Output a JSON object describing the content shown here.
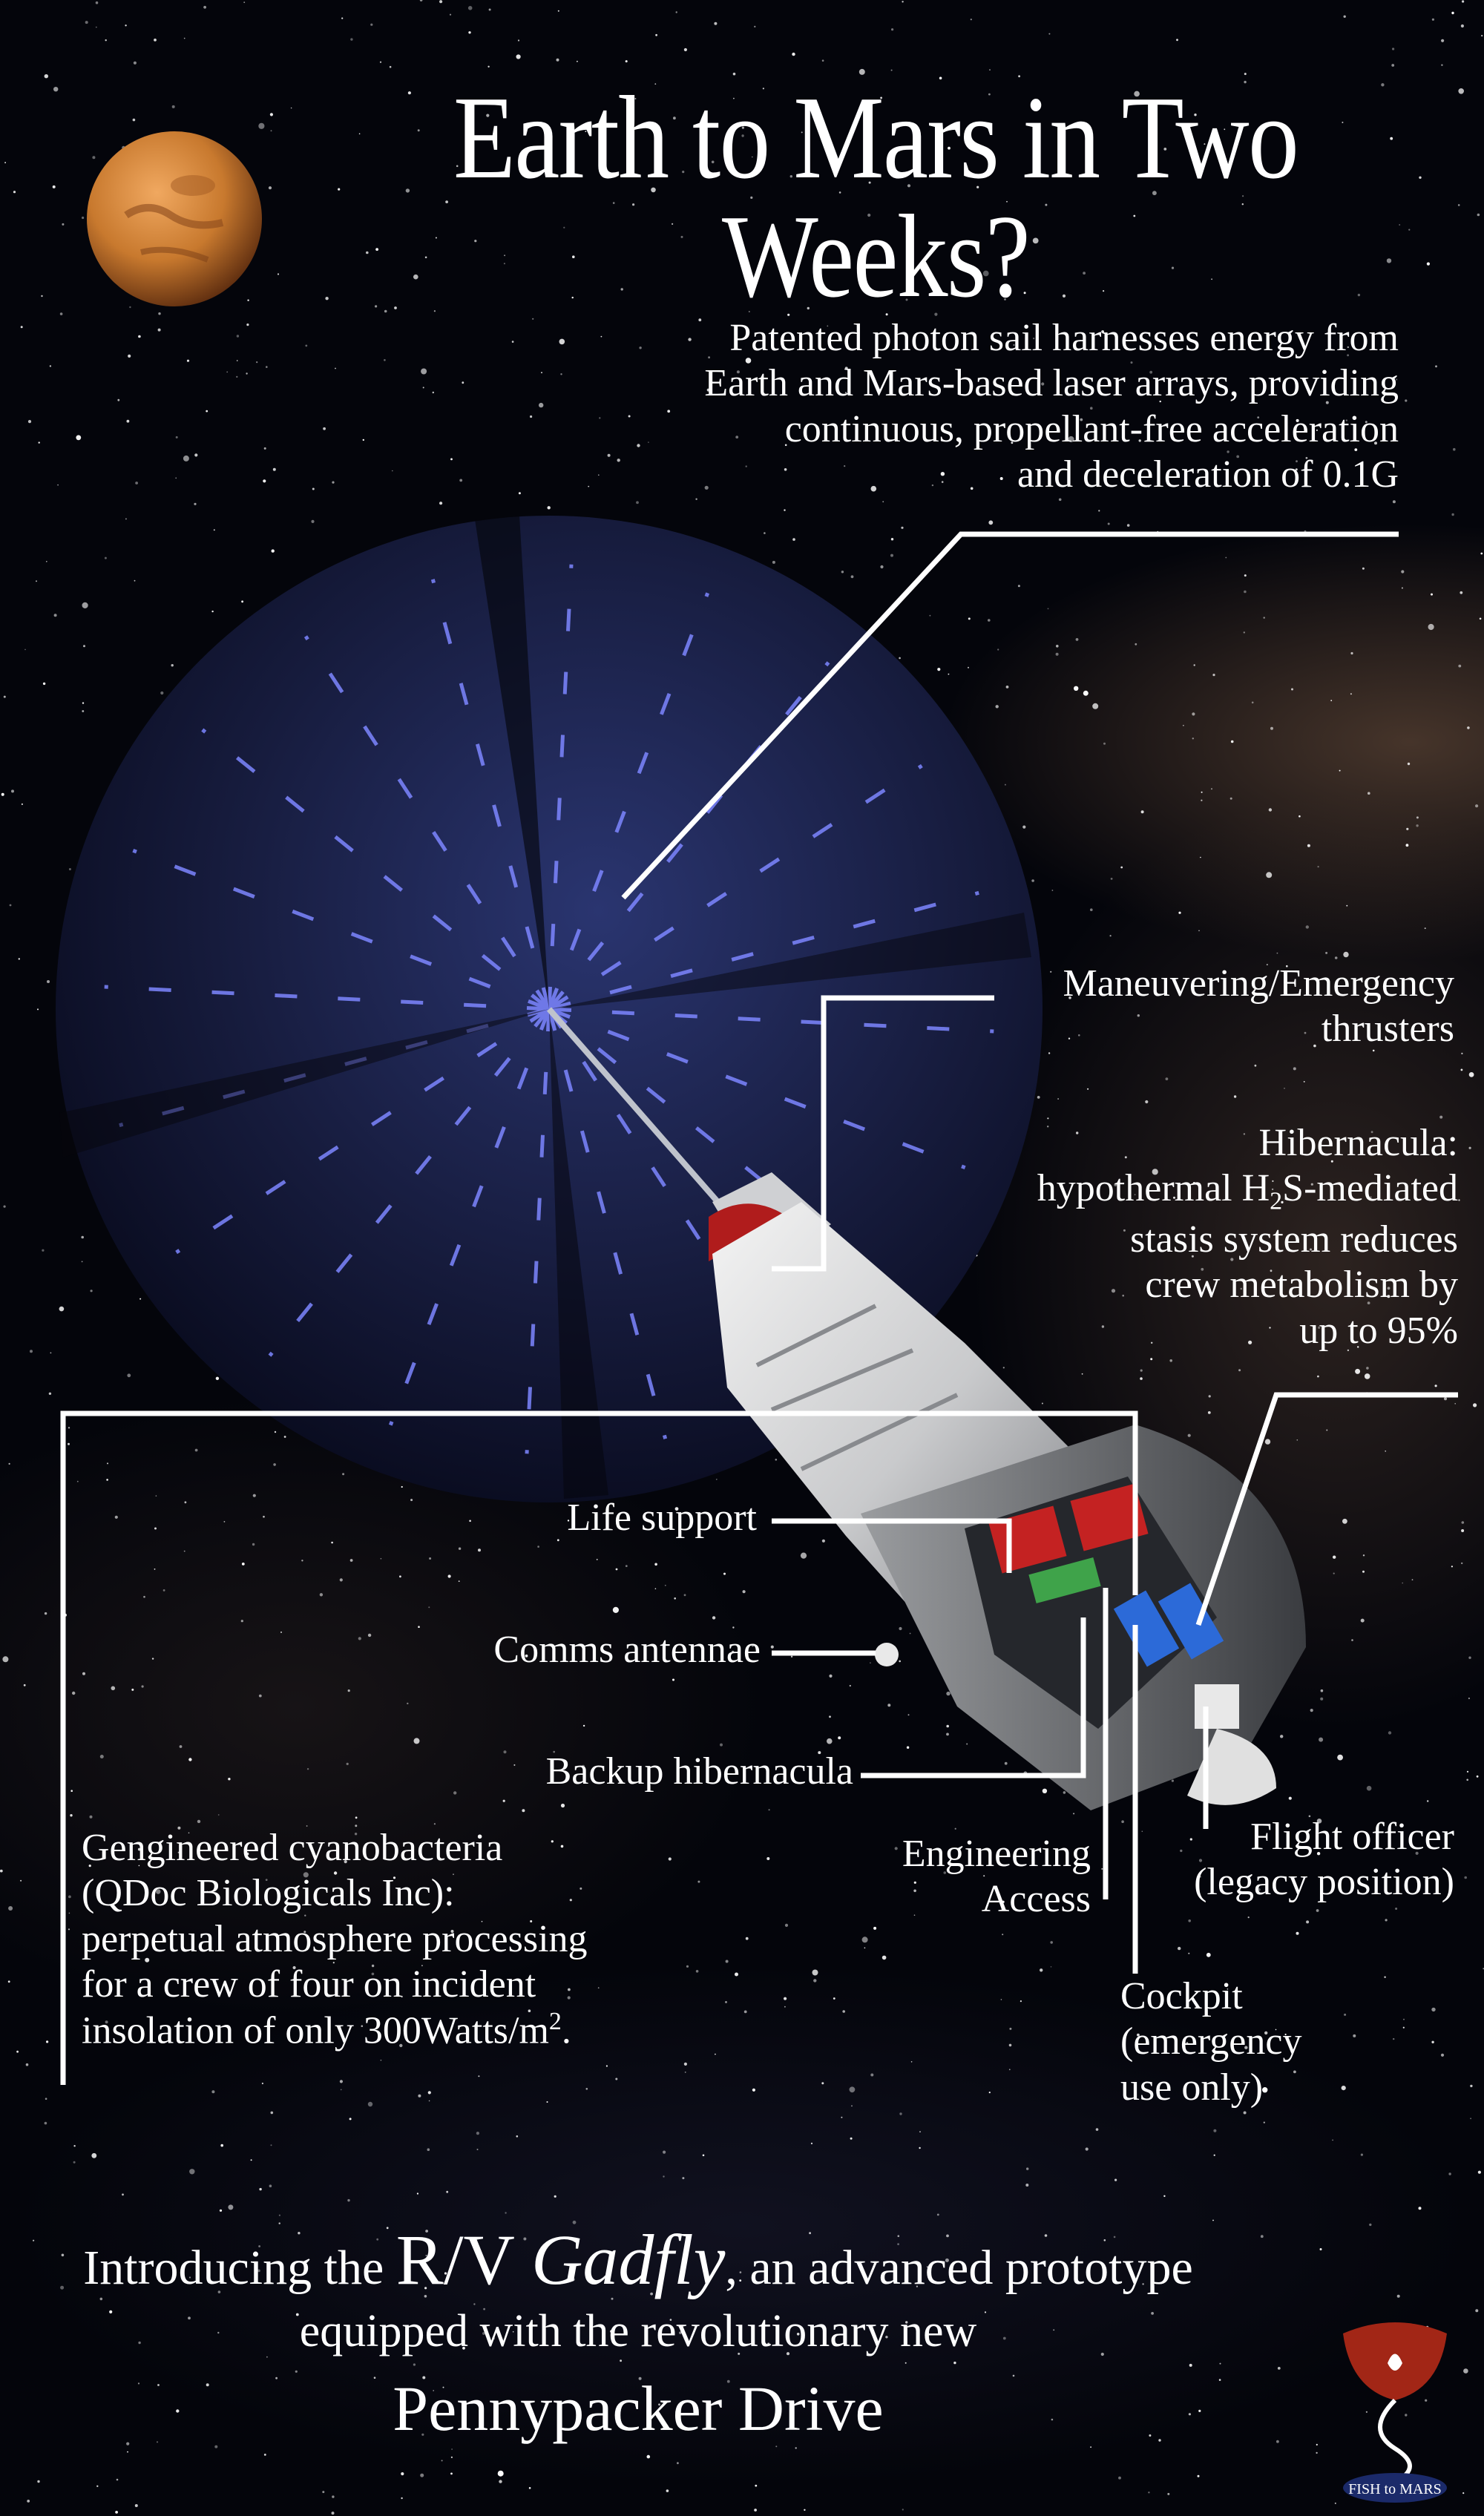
{
  "title": "Earth to Mars in Two Weeks?",
  "callouts": {
    "sail": [
      "Patented photon sail harnesses energy from",
      "Earth and Mars-based laser arrays, providing",
      "continuous, propellant-free acceleration",
      "and deceleration of 0.1G"
    ],
    "thrusters": [
      "Maneuvering/Emergency",
      "thrusters"
    ],
    "hibernacula": {
      "line1": "Hibernacula:",
      "line2_a": "hypothermal H",
      "line2_sub": "2",
      "line2_b": "S-mediated",
      "line3": "stasis system reduces",
      "line4": "crew metabolism by",
      "line5": "up to 95%"
    },
    "life_support": "Life support",
    "comms": "Comms antennae",
    "backup": "Backup hibernacula",
    "engineering": [
      "Engineering",
      "Access"
    ],
    "flight_officer": [
      "Flight officer",
      "(legacy position)"
    ],
    "cockpit": [
      "Cockpit",
      "(emergency",
      "use only)"
    ],
    "cyanobacteria": {
      "line1": "Gengineered cyanobacteria",
      "line2": "(QDoc Biologicals Inc):",
      "line3": "perpetual atmosphere processing",
      "line4": "for a crew of four on incident",
      "line5_a": "insolation of only 300Watts/m",
      "line5_sup": "2",
      "line5_b": "."
    }
  },
  "footer": {
    "intro": "Introducing the ",
    "vessel_prefix": "R/V ",
    "vessel_name": "Gadfly",
    "intro_end": ", an advanced prototype",
    "line2": "equipped with the revolutionary new",
    "line3": "Pennypacker Drive"
  },
  "logo_text": "FISH to MARS",
  "colors": {
    "mars": "#c8792e",
    "sail": "#161b3c",
    "sail_wisps": "#7d86ff",
    "hull": "#d6d7d9",
    "accent_red": "#c42222"
  }
}
